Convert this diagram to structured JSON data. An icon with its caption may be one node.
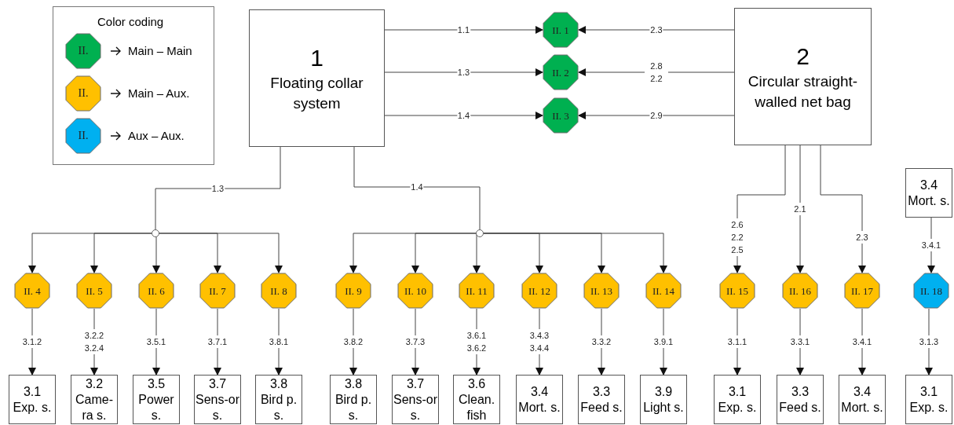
{
  "diagram": {
    "nodes": [
      {
        "text": [
          "1",
          "Floating collar system"
        ]
      },
      {
        "text": [
          "2",
          "Circular straight-walled net bag"
        ]
      },
      {
        "text": [
          "II. 1"
        ]
      },
      {
        "text": [
          "II. 2"
        ]
      },
      {
        "text": [
          "II. 3"
        ]
      },
      {
        "text": [
          "3.4",
          "Mort. s."
        ]
      },
      {
        "text": [],
        "shape": "circle"
      },
      {
        "text": [],
        "shape": "circle"
      },
      {
        "text": [
          "II. 4"
        ]
      },
      {
        "text": [
          "II. 5"
        ]
      },
      {
        "text": [
          "II. 6"
        ]
      },
      {
        "text": [
          "II. 7"
        ]
      },
      {
        "text": [
          "II. 8"
        ]
      },
      {
        "text": [
          "II. 9"
        ]
      },
      {
        "text": [
          "II. 10"
        ]
      },
      {
        "text": [
          "II. 11"
        ]
      },
      {
        "text": [
          "II. 12"
        ]
      },
      {
        "text": [
          "II. 13"
        ]
      },
      {
        "text": [
          "II. 14"
        ]
      },
      {
        "text": [
          "II. 15"
        ]
      },
      {
        "text": [
          "II. 16"
        ]
      },
      {
        "text": [
          "II. 17"
        ]
      },
      {
        "text": [
          "II. 18"
        ]
      },
      {
        "text": [
          "3.1",
          "Exp. s."
        ]
      },
      {
        "text": [
          "3.2",
          "Came-ra s."
        ]
      },
      {
        "text": [
          "3.5",
          "Power s."
        ]
      },
      {
        "text": [
          "3.7",
          "Sens-or s."
        ]
      },
      {
        "text": [
          "3.8",
          "Bird p. s."
        ]
      },
      {
        "text": [
          "3.8",
          "Bird p. s."
        ]
      },
      {
        "text": [
          "3.7",
          "Sens-or s."
        ]
      },
      {
        "text": [
          "3.6",
          "Clean. fish"
        ]
      },
      {
        "text": [
          "3.4",
          "Mort. s."
        ]
      },
      {
        "text": [
          "3.3",
          "Feed s."
        ]
      },
      {
        "text": [
          "3.9",
          "Light s."
        ]
      },
      {
        "text": [
          "3.1",
          "Exp. s."
        ]
      },
      {
        "text": [
          "3.3",
          "Feed s."
        ]
      },
      {
        "text": [
          "3.4",
          "Mort. s."
        ]
      },
      {
        "text": [
          "3.1",
          "Exp. s."
        ]
      }
    ],
    "edges": [
      {
        "from": 0,
        "to": 2,
        "arrow": "to",
        "label": "1.1"
      },
      {
        "from": 0,
        "to": 3,
        "arrow": "to",
        "label": "1.3"
      },
      {
        "from": 0,
        "to": 4,
        "arrow": "to",
        "label": "1.4"
      },
      {
        "from": 1,
        "to": 2,
        "arrow": "to",
        "label": "2.3"
      },
      {
        "from": 1,
        "to": 3,
        "arrow": "to",
        "label": "2.8 2.2"
      },
      {
        "from": 1,
        "to": 4,
        "arrow": "to",
        "label": "2.9"
      },
      {
        "from": 0,
        "to": 6,
        "arrow": "none",
        "label": "1.3"
      },
      {
        "from": 0,
        "to": 7,
        "arrow": "none",
        "label": "1.4"
      },
      {
        "from": 6,
        "to": 8,
        "arrow": "to"
      },
      {
        "from": 6,
        "to": 9,
        "arrow": "to"
      },
      {
        "from": 6,
        "to": 10,
        "arrow": "to"
      },
      {
        "from": 6,
        "to": 11,
        "arrow": "to"
      },
      {
        "from": 6,
        "to": 12,
        "arrow": "to"
      },
      {
        "from": 7,
        "to": 13,
        "arrow": "to"
      },
      {
        "from": 7,
        "to": 14,
        "arrow": "to"
      },
      {
        "from": 7,
        "to": 15,
        "arrow": "to"
      },
      {
        "from": 7,
        "to": 16,
        "arrow": "to"
      },
      {
        "from": 7,
        "to": 17,
        "arrow": "to"
      },
      {
        "from": 7,
        "to": 18,
        "arrow": "to"
      },
      {
        "from": 1,
        "to": 19,
        "arrow": "to",
        "label": "2.6 2.2 2.5"
      },
      {
        "from": 1,
        "to": 20,
        "arrow": "to",
        "label": "2.1"
      },
      {
        "from": 1,
        "to": 21,
        "arrow": "to",
        "label": "2.3"
      },
      {
        "from": 5,
        "to": 22,
        "arrow": "to",
        "label": "3.4.1"
      },
      {
        "from": 8,
        "to": 23,
        "arrow": "to",
        "label": "3.1.2"
      },
      {
        "from": 9,
        "to": 24,
        "arrow": "to",
        "label": "3.2.2 3.2.4"
      },
      {
        "from": 10,
        "to": 25,
        "arrow": "to",
        "label": "3.5.1"
      },
      {
        "from": 11,
        "to": 26,
        "arrow": "to",
        "label": "3.7.1"
      },
      {
        "from": 12,
        "to": 27,
        "arrow": "to",
        "label": "3.8.1"
      },
      {
        "from": 13,
        "to": 28,
        "arrow": "to",
        "label": "3.8.2"
      },
      {
        "from": 14,
        "to": 29,
        "arrow": "to",
        "label": "3.7.3"
      },
      {
        "from": 15,
        "to": 30,
        "arrow": "to",
        "label": "3.6.1 3.6.2"
      },
      {
        "from": 16,
        "to": 31,
        "arrow": "to",
        "label": "3.4.3 3.4.4"
      },
      {
        "from": 17,
        "to": 32,
        "arrow": "to",
        "label": "3.3.2"
      },
      {
        "from": 18,
        "to": 33,
        "arrow": "to",
        "label": "3.9.1"
      },
      {
        "from": 19,
        "to": 34,
        "arrow": "to",
        "label": "3.1.1"
      },
      {
        "from": 20,
        "to": 35,
        "arrow": "to",
        "label": "3.3.1"
      },
      {
        "from": 21,
        "to": 36,
        "arrow": "to",
        "label": "3.4.1"
      },
      {
        "from": 22,
        "to": 37,
        "arrow": "to",
        "label": "3.1.3"
      }
    ],
    "labels": [
      "Color coding",
      "II.",
      "II.",
      "II."
    ],
    "legend": [
      {
        "text": "Main – Main",
        "color": "#00b050"
      },
      {
        "text": "Main – Aux.",
        "color": "#ffc000"
      },
      {
        "text": "Aux – Aux.",
        "color": "#00b0f0"
      }
    ]
  }
}
